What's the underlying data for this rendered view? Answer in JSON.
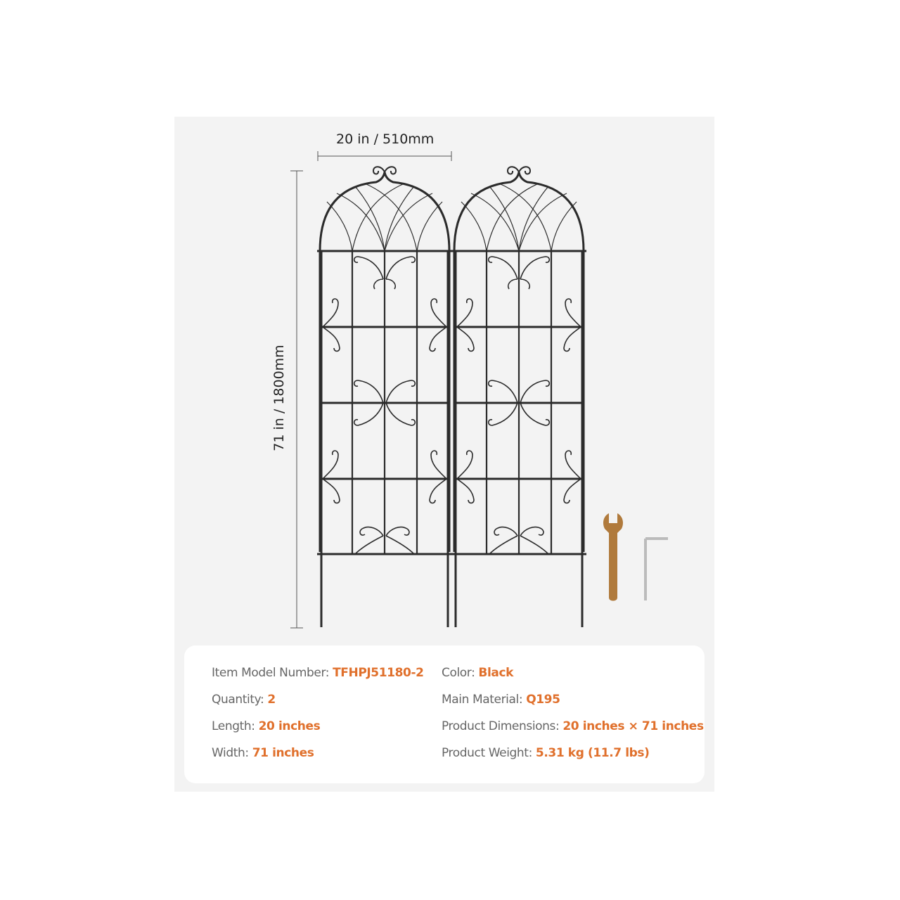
{
  "dimensions": {
    "width_label": "20 in / 510mm",
    "height_label": "71 in / 1800mm"
  },
  "specs_left": [
    {
      "label": "Item Model Number: ",
      "value": "TFHPJ51180-2"
    },
    {
      "label": "Quantity: ",
      "value": "2"
    },
    {
      "label": "Length: ",
      "value": "20 inches"
    },
    {
      "label": "Width: ",
      "value": "71 inches"
    }
  ],
  "specs_right": [
    {
      "label": "Color: ",
      "value": "Black"
    },
    {
      "label": "Main Material:  ",
      "value": "Q195"
    },
    {
      "label": "Product Dimensions: ",
      "value": "20 inches × 71 inches"
    },
    {
      "label": "Product Weight:  ",
      "value": "5.31 kg (11.7 lbs)"
    }
  ],
  "colors": {
    "accent": "#e0702c",
    "label": "#666666",
    "metal": "#2b2b2b",
    "wrench": "#b07a3c"
  }
}
